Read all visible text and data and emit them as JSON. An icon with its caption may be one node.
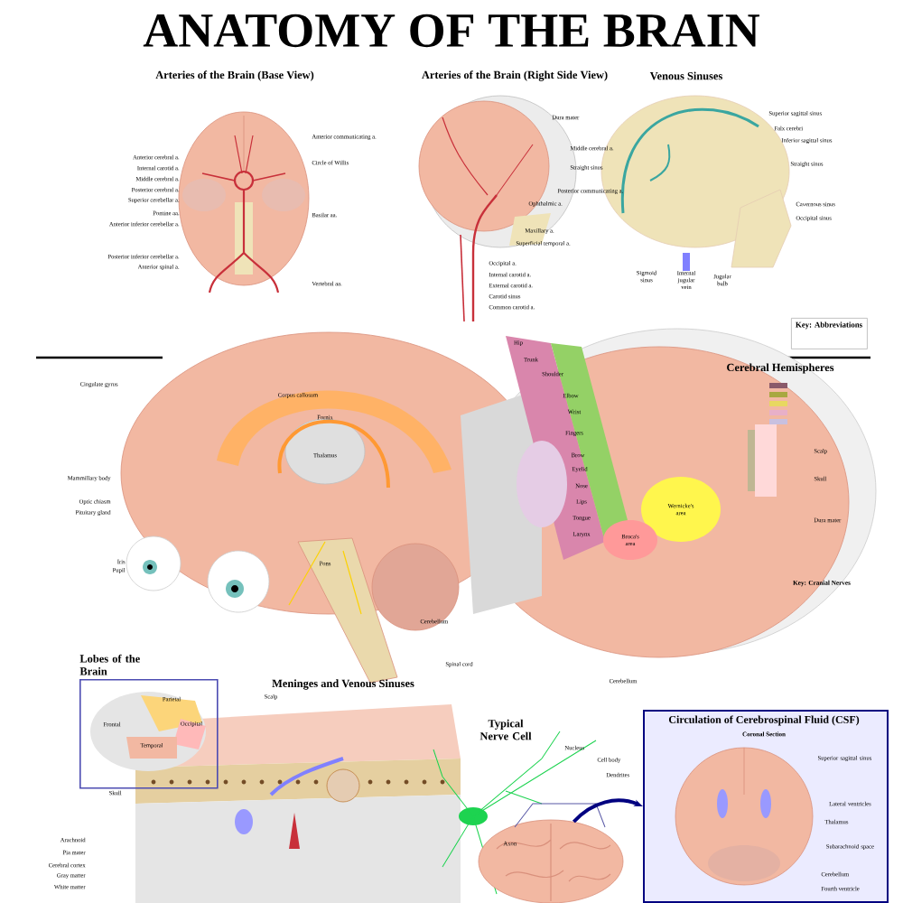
{
  "diagram": {
    "title": "ANATOMY OF THE BRAIN",
    "nodes": [
      {
        "text": [
          "Key: Abbreviations"
        ]
      },
      {
        "text": [
          "Lobes of the Brain"
        ]
      },
      {
        "text": [
          "Circulation of Cerebrospinal Fluid (CSF)",
          "Coronal Section"
        ]
      },
      {
        "text": [],
        "shape": "picture"
      }
    ],
    "edges": [
      {
        "from": 3,
        "to": 2,
        "arrow": "to"
      }
    ],
    "labels": [
      "Arteries of the Brain (Base View)",
      "Anterior cerebral a.",
      "Internal carotid a.",
      "Middle cerebral a.",
      "Posterior cerebral a.",
      "Superior cerebellar a.",
      "Pontine aa.",
      "Anterior inferior cerebellar a.",
      "Posterior inferior cerebellar a.",
      "Anterior spinal a.",
      "Anterior communicating a.",
      "Circle of Willis",
      "Basilar aa.",
      "Vertebral aa.",
      "Arteries of the Brain (Right Side View)",
      "Dura mater",
      "Middle cerebral a.",
      "Straight sinus",
      "Posterior communicating a.",
      "Ophthalmic a.",
      "Maxillary a.",
      "Superficial temporal a.",
      "Occipital a.",
      "Internal carotid a.",
      "External carotid a.",
      "Carotid sinus",
      "Common carotid a.",
      "Venous Sinuses",
      "Superior sagittal sinus",
      "Falx cerebri",
      "Inferior sagittal sinus",
      "Straight sinus",
      "Cavernous sinus",
      "Occipital sinus",
      "Sigmoid sinus",
      "Internal jugular vein",
      "Jugular bulb",
      "Cingulate gyrus",
      "Corpus callosum",
      "Fornix",
      "Thalamus",
      "Mammillary body",
      "Optic chiasm",
      "Pituitary gland",
      "Iris",
      "Pupil",
      "Pons",
      "Cerebellum",
      "Spinal cord",
      "Cerebral Hemispheres",
      "Hip",
      "Trunk",
      "Shoulder",
      "Elbow",
      "Wrist",
      "Fingers",
      "Brow",
      "Eyelid",
      "Nose",
      "Lips",
      "Tongue",
      "Larynx",
      "Wernicke's area",
      "Broca's area",
      "Scalp",
      "Skull",
      "Dura mater",
      "Cerebellum",
      "Key: Cranial Nerves",
      "Frontal",
      "Parietal",
      "Occipital",
      "Temporal",
      "Meninges and Venous Sinuses",
      "Scalp",
      "Skull",
      "Arachnoid",
      "Pia mater",
      "Cerebral cortex",
      "Gray matter",
      "White matter",
      "Typical Nerve Cell",
      "Nucleus",
      "Cell body",
      "Dendrites",
      "Axon",
      "Superior sagittal sinus",
      "Lateral ventricles",
      "Thalamus",
      "Subarachnoid space",
      "Cerebellum",
      "Fourth ventricle"
    ]
  }
}
